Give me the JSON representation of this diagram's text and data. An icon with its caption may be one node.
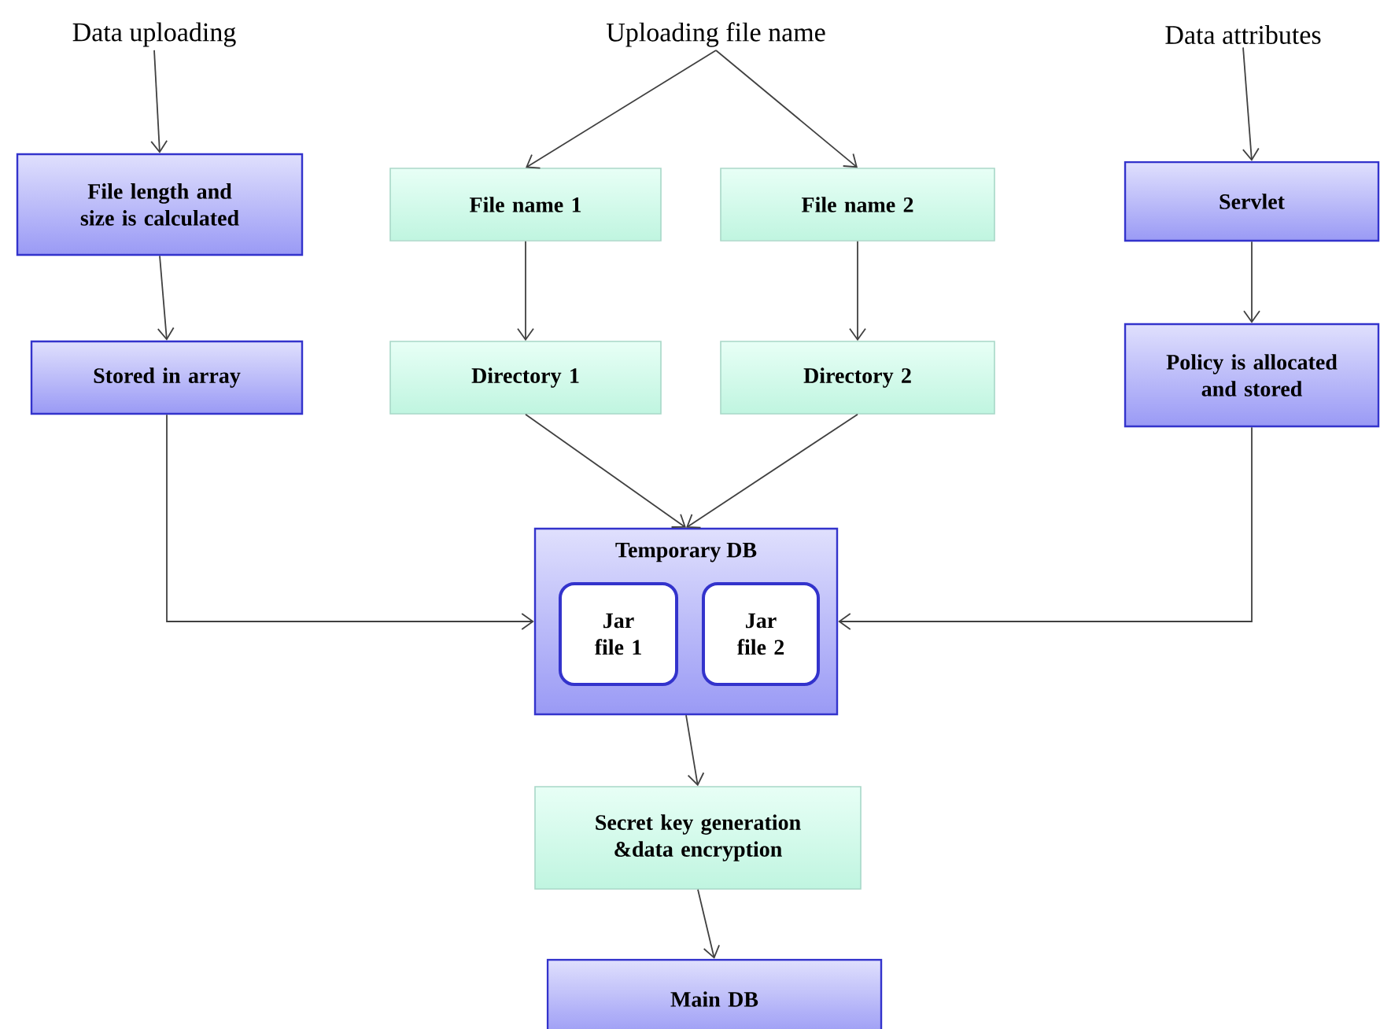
{
  "diagram": {
    "nodes": [
      {
        "text": [
          "Data uploading"
        ]
      },
      {
        "text": [
          "Uploading file name"
        ]
      },
      {
        "text": [
          "Data attributes"
        ]
      },
      {
        "text": [
          "File length and size is calculated"
        ]
      },
      {
        "text": [
          "File name 1"
        ]
      },
      {
        "text": [
          "File name 2"
        ]
      },
      {
        "text": [
          "Servlet"
        ]
      },
      {
        "text": [
          "Stored in array"
        ]
      },
      {
        "text": [
          "Directory 1"
        ]
      },
      {
        "text": [
          "Directory 2"
        ]
      },
      {
        "text": [
          "Policy is allocated and stored"
        ]
      },
      {
        "text": [
          "Temporary DB"
        ]
      },
      {
        "text": [
          "Jar file 1"
        ],
        "in": 11
      },
      {
        "text": [
          "Jar file 2"
        ],
        "in": 11
      },
      {
        "text": [
          "Secret key generation &data encryption"
        ]
      },
      {
        "text": [
          "Main DB"
        ]
      }
    ],
    "edges": [
      {
        "from": 0,
        "to": 3,
        "arrow": "to"
      },
      {
        "from": 3,
        "to": 7,
        "arrow": "to"
      },
      {
        "from": 1,
        "to": 4,
        "arrow": "to"
      },
      {
        "from": 1,
        "to": 5,
        "arrow": "to"
      },
      {
        "from": 4,
        "to": 8,
        "arrow": "to"
      },
      {
        "from": 5,
        "to": 9,
        "arrow": "to"
      },
      {
        "from": 2,
        "to": 6,
        "arrow": "to"
      },
      {
        "from": 6,
        "to": 10,
        "arrow": "to"
      },
      {
        "from": 8,
        "to": 11,
        "arrow": "to"
      },
      {
        "from": 9,
        "to": 11,
        "arrow": "to"
      },
      {
        "from": 7,
        "to": 11,
        "arrow": "to"
      },
      {
        "from": 10,
        "to": 11,
        "arrow": "to"
      },
      {
        "from": 11,
        "to": 14,
        "arrow": "to"
      },
      {
        "from": 14,
        "to": 15,
        "arrow": "to"
      }
    ]
  }
}
